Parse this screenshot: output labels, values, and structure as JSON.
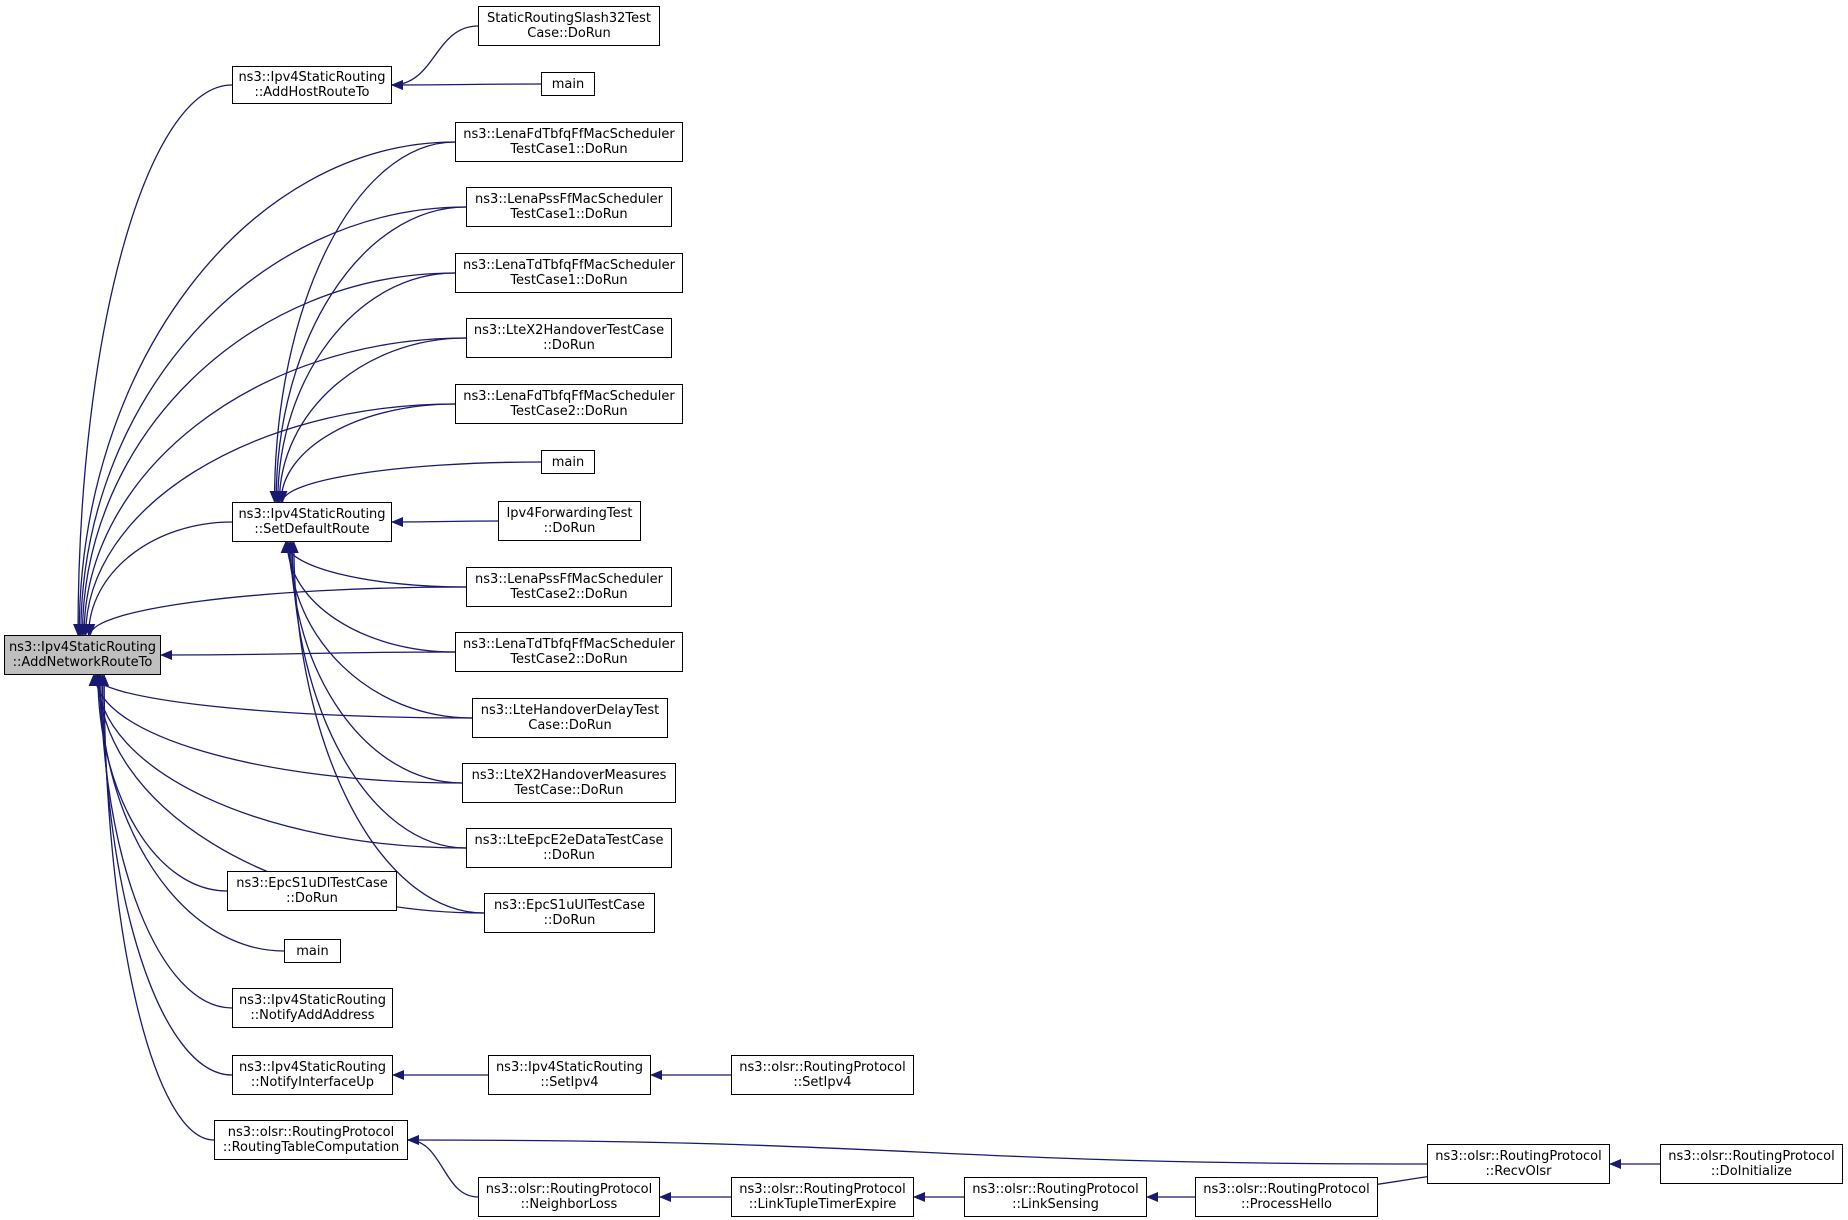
{
  "root": {
    "line1": "ns3::Ipv4StaticRouting",
    "line2": "::AddNetworkRouteTo"
  },
  "nodes": {
    "add_host_route": {
      "line1": "ns3::Ipv4StaticRouting",
      "line2": "::AddHostRouteTo"
    },
    "slash32": {
      "line1": "StaticRoutingSlash32Test",
      "line2": "Case::DoRun"
    },
    "main_a": {
      "line1": "main"
    },
    "lena_fd_tc1": {
      "line1": "ns3::LenaFdTbfqFfMacScheduler",
      "line2": "TestCase1::DoRun"
    },
    "lena_pss_tc1": {
      "line1": "ns3::LenaPssFfMacScheduler",
      "line2": "TestCase1::DoRun"
    },
    "lena_td_tc1": {
      "line1": "ns3::LenaTdTbfqFfMacScheduler",
      "line2": "TestCase1::DoRun"
    },
    "ltex2_handover": {
      "line1": "ns3::LteX2HandoverTestCase",
      "line2": "::DoRun"
    },
    "lena_fd_tc2": {
      "line1": "ns3::LenaFdTbfqFfMacScheduler",
      "line2": "TestCase2::DoRun"
    },
    "main_b": {
      "line1": "main"
    },
    "ipv4_forwarding": {
      "line1": "Ipv4ForwardingTest",
      "line2": "::DoRun"
    },
    "set_default_route": {
      "line1": "ns3::Ipv4StaticRouting",
      "line2": "::SetDefaultRoute"
    },
    "lena_pss_tc2": {
      "line1": "ns3::LenaPssFfMacScheduler",
      "line2": "TestCase2::DoRun"
    },
    "lena_td_tc2": {
      "line1": "ns3::LenaTdTbfqFfMacScheduler",
      "line2": "TestCase2::DoRun"
    },
    "lte_handover_delay": {
      "line1": "ns3::LteHandoverDelayTest",
      "line2": "Case::DoRun"
    },
    "ltex2_measures": {
      "line1": "ns3::LteX2HandoverMeasures",
      "line2": "TestCase::DoRun"
    },
    "lte_epc_e2e": {
      "line1": "ns3::LteEpcE2eDataTestCase",
      "line2": "::DoRun"
    },
    "epc_s1u_ul": {
      "line1": "ns3::EpcS1uUlTestCase",
      "line2": "::DoRun"
    },
    "epc_s1u_dl": {
      "line1": "ns3::EpcS1uDlTestCase",
      "line2": "::DoRun"
    },
    "main_c": {
      "line1": "main"
    },
    "notify_add_address": {
      "line1": "ns3::Ipv4StaticRouting",
      "line2": "::NotifyAddAddress"
    },
    "notify_interface_up": {
      "line1": "ns3::Ipv4StaticRouting",
      "line2": "::NotifyInterfaceUp"
    },
    "set_ipv4_static": {
      "line1": "ns3::Ipv4StaticRouting",
      "line2": "::SetIpv4"
    },
    "olsr_set_ipv4": {
      "line1": "ns3::olsr::RoutingProtocol",
      "line2": "::SetIpv4"
    },
    "routing_table_comp": {
      "line1": "ns3::olsr::RoutingProtocol",
      "line2": "::RoutingTableComputation"
    },
    "recv_olsr": {
      "line1": "ns3::olsr::RoutingProtocol",
      "line2": "::RecvOlsr"
    },
    "do_initialize": {
      "line1": "ns3::olsr::RoutingProtocol",
      "line2": "::DoInitialize"
    },
    "neighbor_loss": {
      "line1": "ns3::olsr::RoutingProtocol",
      "line2": "::NeighborLoss"
    },
    "link_tuple_timer": {
      "line1": "ns3::olsr::RoutingProtocol",
      "line2": "::LinkTupleTimerExpire"
    },
    "link_sensing": {
      "line1": "ns3::olsr::RoutingProtocol",
      "line2": "::LinkSensing"
    },
    "process_hello": {
      "line1": "ns3::olsr::RoutingProtocol",
      "line2": "::ProcessHello"
    }
  },
  "edges": [
    {
      "from": "add_host_route",
      "to": "root"
    },
    {
      "from": "lena_fd_tc1",
      "to": "root"
    },
    {
      "from": "lena_pss_tc1",
      "to": "root"
    },
    {
      "from": "lena_td_tc1",
      "to": "root"
    },
    {
      "from": "ltex2_handover",
      "to": "root"
    },
    {
      "from": "lena_fd_tc2",
      "to": "root"
    },
    {
      "from": "set_default_route",
      "to": "root"
    },
    {
      "from": "lena_pss_tc2",
      "to": "root"
    },
    {
      "from": "lena_td_tc2",
      "to": "root"
    },
    {
      "from": "lte_handover_delay",
      "to": "root"
    },
    {
      "from": "ltex2_measures",
      "to": "root"
    },
    {
      "from": "lte_epc_e2e",
      "to": "root"
    },
    {
      "from": "epc_s1u_ul",
      "to": "root"
    },
    {
      "from": "epc_s1u_dl",
      "to": "root"
    },
    {
      "from": "main_c",
      "to": "root"
    },
    {
      "from": "notify_add_address",
      "to": "root"
    },
    {
      "from": "notify_interface_up",
      "to": "root"
    },
    {
      "from": "routing_table_comp",
      "to": "root"
    },
    {
      "from": "slash32",
      "to": "add_host_route"
    },
    {
      "from": "main_a",
      "to": "add_host_route"
    },
    {
      "from": "lena_fd_tc1",
      "to": "set_default_route"
    },
    {
      "from": "lena_pss_tc1",
      "to": "set_default_route"
    },
    {
      "from": "lena_td_tc1",
      "to": "set_default_route"
    },
    {
      "from": "ltex2_handover",
      "to": "set_default_route"
    },
    {
      "from": "lena_fd_tc2",
      "to": "set_default_route"
    },
    {
      "from": "main_b",
      "to": "set_default_route"
    },
    {
      "from": "ipv4_forwarding",
      "to": "set_default_route"
    },
    {
      "from": "lena_pss_tc2",
      "to": "set_default_route"
    },
    {
      "from": "lena_td_tc2",
      "to": "set_default_route"
    },
    {
      "from": "lte_handover_delay",
      "to": "set_default_route"
    },
    {
      "from": "ltex2_measures",
      "to": "set_default_route"
    },
    {
      "from": "lte_epc_e2e",
      "to": "set_default_route"
    },
    {
      "from": "epc_s1u_ul",
      "to": "set_default_route"
    },
    {
      "from": "set_ipv4_static",
      "to": "notify_interface_up"
    },
    {
      "from": "olsr_set_ipv4",
      "to": "set_ipv4_static"
    },
    {
      "from": "recv_olsr",
      "to": "routing_table_comp"
    },
    {
      "from": "neighbor_loss",
      "to": "routing_table_comp"
    },
    {
      "from": "do_initialize",
      "to": "recv_olsr"
    },
    {
      "from": "process_hello",
      "to": "recv_olsr"
    },
    {
      "from": "link_tuple_timer",
      "to": "neighbor_loss"
    },
    {
      "from": "link_sensing",
      "to": "link_tuple_timer"
    },
    {
      "from": "process_hello",
      "to": "link_sensing"
    }
  ],
  "colors": {
    "edge": "#191970",
    "root_fill": "#bfbfbf",
    "node_fill": "#ffffff",
    "border": "#000000"
  }
}
